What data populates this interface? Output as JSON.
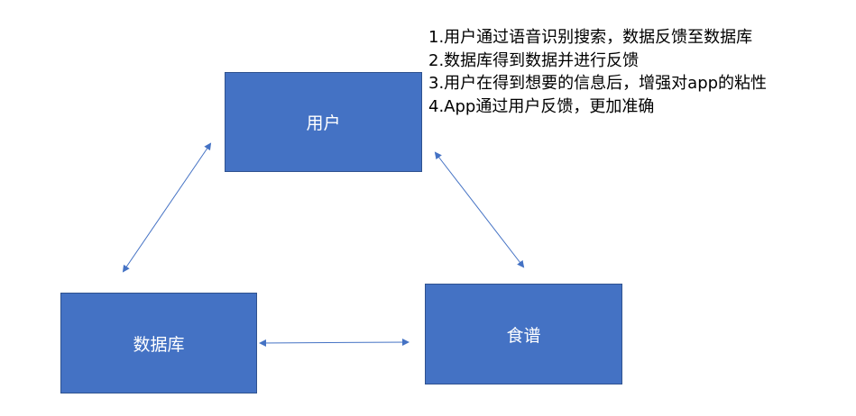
{
  "nodes": {
    "user": "用户",
    "database": "数据库",
    "recipe": "食谱"
  },
  "notes": [
    "1.用户通过语音识别搜索，数据反馈至数据库",
    "2.数据库得到数据并进行反馈",
    "3.用户在得到想要的信息后，增强对app的粘性",
    "4.App通过用户反馈，更加准确"
  ],
  "colors": {
    "box_fill": "#4472C4",
    "box_border": "#2F528F",
    "arrow": "#4472C4"
  }
}
